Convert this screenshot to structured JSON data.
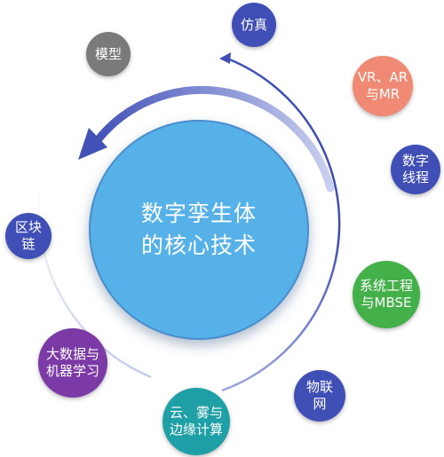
{
  "center": {
    "label": "数字孪生体\n的核心技术",
    "color": "#56b1e8"
  },
  "nodes": [
    {
      "id": "simulation",
      "label": "仿真",
      "color": "#3f4fb6"
    },
    {
      "id": "model",
      "label": "模型",
      "color": "#7a7a7a"
    },
    {
      "id": "vr-ar-mr",
      "label": "VR、AR\n与MR",
      "color": "#f08a74"
    },
    {
      "id": "digital-thread",
      "label": "数字\n线程",
      "color": "#3f4fb6"
    },
    {
      "id": "blockchain",
      "label": "区块\n链",
      "color": "#3f4fb6"
    },
    {
      "id": "mbse",
      "label": "系统工程\n与MBSE",
      "color": "#43b04a"
    },
    {
      "id": "big-data-ml",
      "label": "大数据与\n机器学习",
      "color": "#7b3aa6"
    },
    {
      "id": "iot",
      "label": "物联\n网",
      "color": "#3f4fb6"
    },
    {
      "id": "cloud-edge",
      "label": "云、雾与\n边缘计算",
      "color": "#1fa0a6"
    }
  ],
  "arc_color": "#3f4fb6"
}
